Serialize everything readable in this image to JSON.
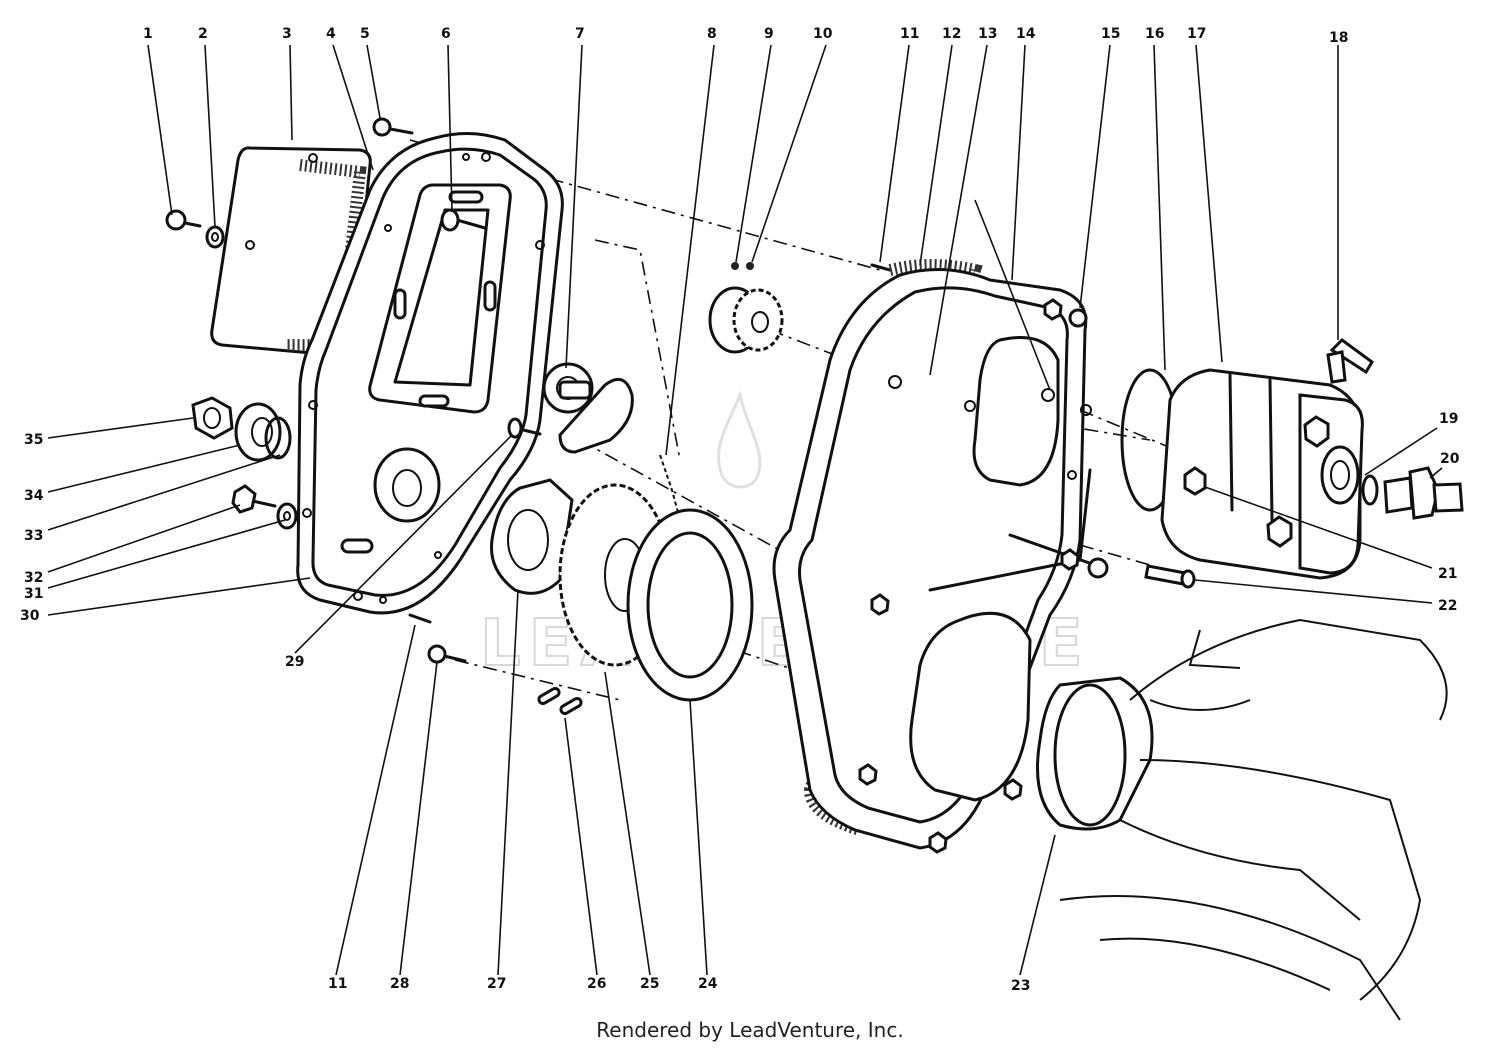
{
  "watermark": "LEADVENTURE",
  "footer": "Rendered by LeadVenture, Inc.",
  "callouts": [
    {
      "id": "1"
    },
    {
      "id": "2"
    },
    {
      "id": "3"
    },
    {
      "id": "4"
    },
    {
      "id": "5"
    },
    {
      "id": "6"
    },
    {
      "id": "7"
    },
    {
      "id": "8"
    },
    {
      "id": "9"
    },
    {
      "id": "10"
    },
    {
      "id": "11"
    },
    {
      "id": "12"
    },
    {
      "id": "13"
    },
    {
      "id": "14"
    },
    {
      "id": "15"
    },
    {
      "id": "16"
    },
    {
      "id": "17"
    },
    {
      "id": "18"
    },
    {
      "id": "19"
    },
    {
      "id": "20"
    },
    {
      "id": "21"
    },
    {
      "id": "22"
    },
    {
      "id": "23"
    },
    {
      "id": "24"
    },
    {
      "id": "25"
    },
    {
      "id": "26"
    },
    {
      "id": "27"
    },
    {
      "id": "28"
    },
    {
      "id": "11"
    },
    {
      "id": "29"
    },
    {
      "id": "30"
    },
    {
      "id": "31"
    },
    {
      "id": "32"
    },
    {
      "id": "33"
    },
    {
      "id": "34"
    },
    {
      "id": "35"
    }
  ]
}
